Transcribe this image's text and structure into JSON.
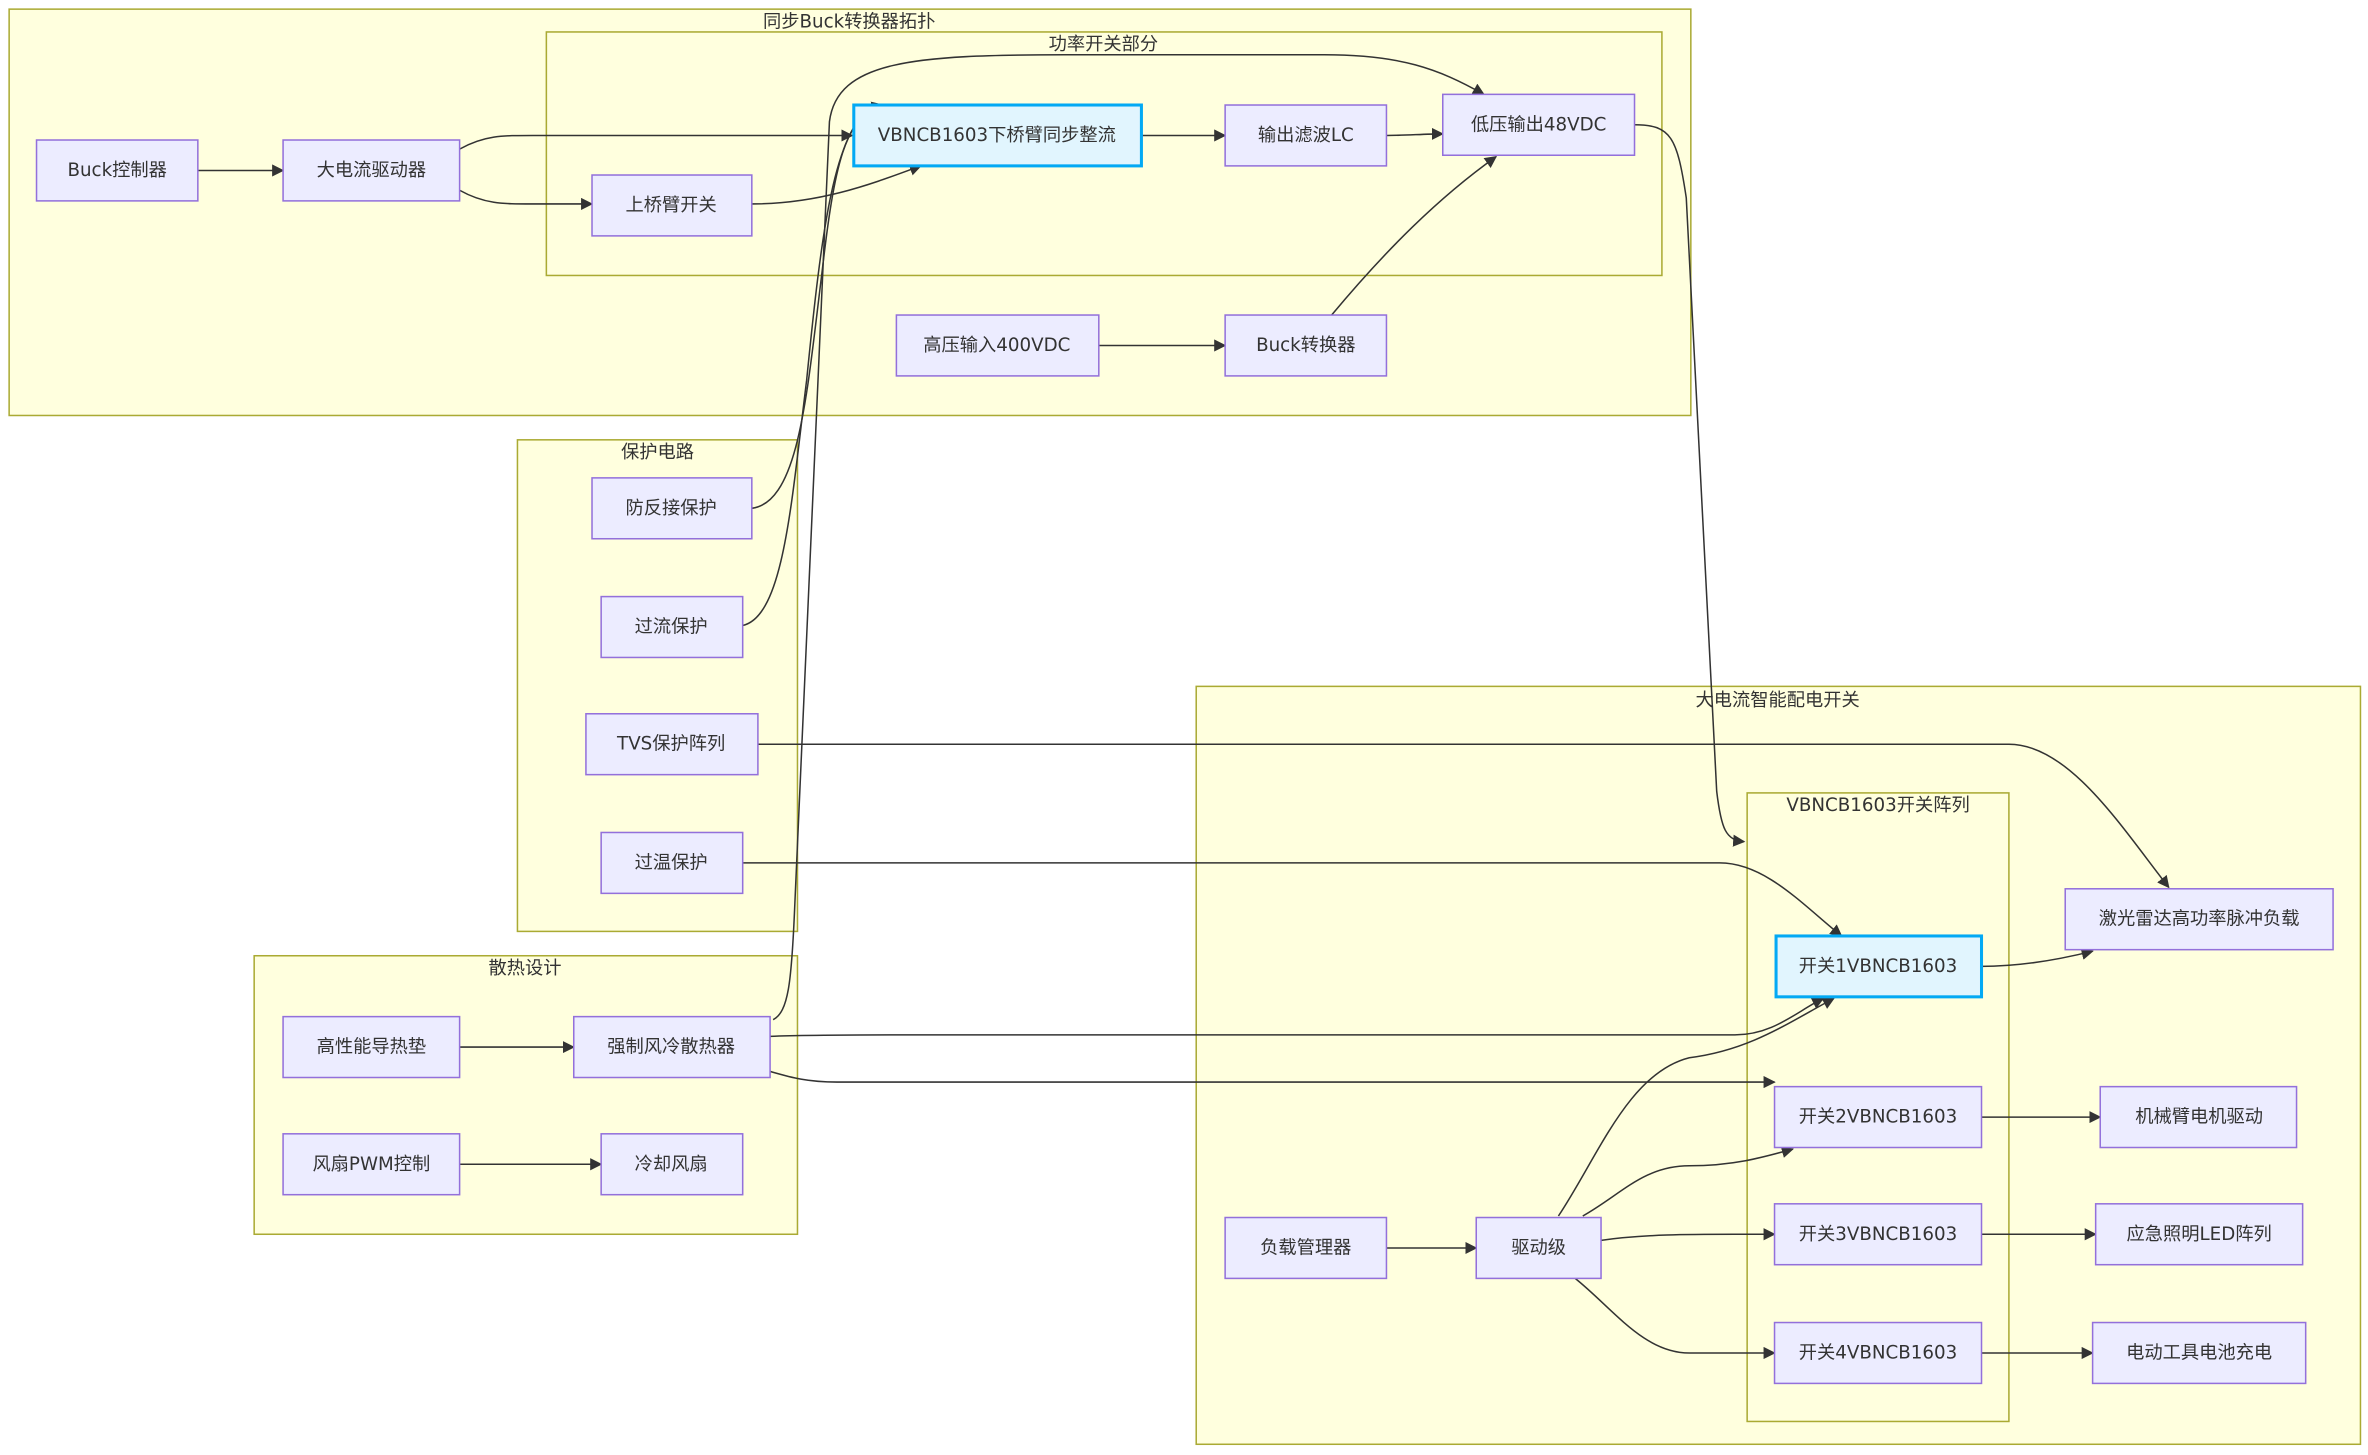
{
  "clusters": {
    "buck": "同步Buck转换器拓扑",
    "power_switch": "功率开关部分",
    "protection": "保护电路",
    "thermal": "散热设计",
    "distribution": "大电流智能配电开关",
    "switch_array": "VBNCB1603开关阵列"
  },
  "nodes": {
    "buck_ctrl": "Buck控制器",
    "driver": "大电流驱动器",
    "high_side": "上桥臂开关",
    "low_side": "VBNCB1603下桥臂同步整流",
    "lc_filter": "输出滤波LC",
    "out_48v": "低压输出48VDC",
    "in_400v": "高压输入400VDC",
    "buck_conv": "Buck转换器",
    "reverse_prot": "防反接保护",
    "ocp": "过流保护",
    "tvs": "TVS保护阵列",
    "otp": "过温保护",
    "thermal_pad": "高性能导热垫",
    "heatsink": "强制风冷散热器",
    "fan_pwm": "风扇PWM控制",
    "fan": "冷却风扇",
    "load_mgr": "负载管理器",
    "drive_stage": "驱动级",
    "sw1": "开关1VBNCB1603",
    "sw2": "开关2VBNCB1603",
    "sw3": "开关3VBNCB1603",
    "sw4": "开关4VBNCB1603",
    "lidar": "激光雷达高功率脉冲负载",
    "arm_motor": "机械臂电机驱动",
    "led": "应急照明LED阵列",
    "charger": "电动工具电池充电"
  },
  "colors": {
    "cluster_fill": "#ffffde",
    "cluster_stroke": "#aaaa33",
    "node_fill": "#ececff",
    "node_stroke": "#9370db",
    "highlight_fill": "#e1f5fe",
    "highlight_stroke": "#03a9f4",
    "edge": "#333333"
  }
}
